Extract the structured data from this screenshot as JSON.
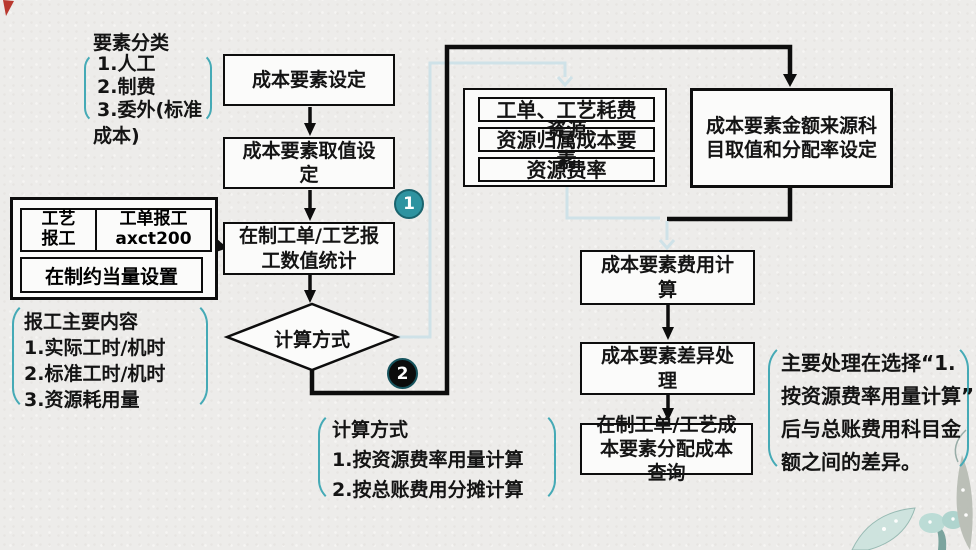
{
  "palette": {
    "accent_teal": "#2e93a0",
    "bracket_teal": "#45aab6",
    "connector_light": "#cfe2e8",
    "connector_black": "#0d0d0d",
    "flag_red": "#b9382e"
  },
  "badges": {
    "step1": "1",
    "step2": "2"
  },
  "flow": {
    "cost_element_setup": "成本要素设定",
    "cost_element_value": "成本要素取值设定",
    "wip_stats": "在制工单/工艺报工数值统计",
    "decision": "计算方式",
    "resources": {
      "row1": "工单、工艺耗费资源",
      "row2": "资源归属成本要素",
      "row3": "资源费率"
    },
    "amount_source": "成本要素金额来源科目取值和分配率设定",
    "expense_calc": "成本要素费用计算",
    "difference_process": "成本要素差异处理",
    "allocation_query": "在制工单/工艺成本要素分配成本查询"
  },
  "left_group": {
    "craft_line1": "工艺",
    "craft_line2": "报工",
    "order_line1": "工单报工",
    "order_line2": "axct200",
    "equivalent": "在制约当量设置"
  },
  "annotations": {
    "factor_classification": {
      "title": "要素分类",
      "line1": "1.人工",
      "line2": "2.制费",
      "line3": "3.委外(标准",
      "line4": "成本)"
    },
    "reporting": {
      "title": "报工主要内容",
      "line1": "1.实际工时/机时",
      "line2": "2.标准工时/机时",
      "line3": "3.资源耗用量"
    },
    "calc_methods": {
      "title": "计算方式",
      "line1": "1.按资源费率用量计算",
      "line2": "2.按总账费用分摊计算"
    },
    "difference": {
      "line1": "主要处理在选择“1.",
      "line2": "按资源费率用量计算”",
      "line3": "后与总账费用科目金",
      "line4": "额之间的差异。"
    }
  }
}
